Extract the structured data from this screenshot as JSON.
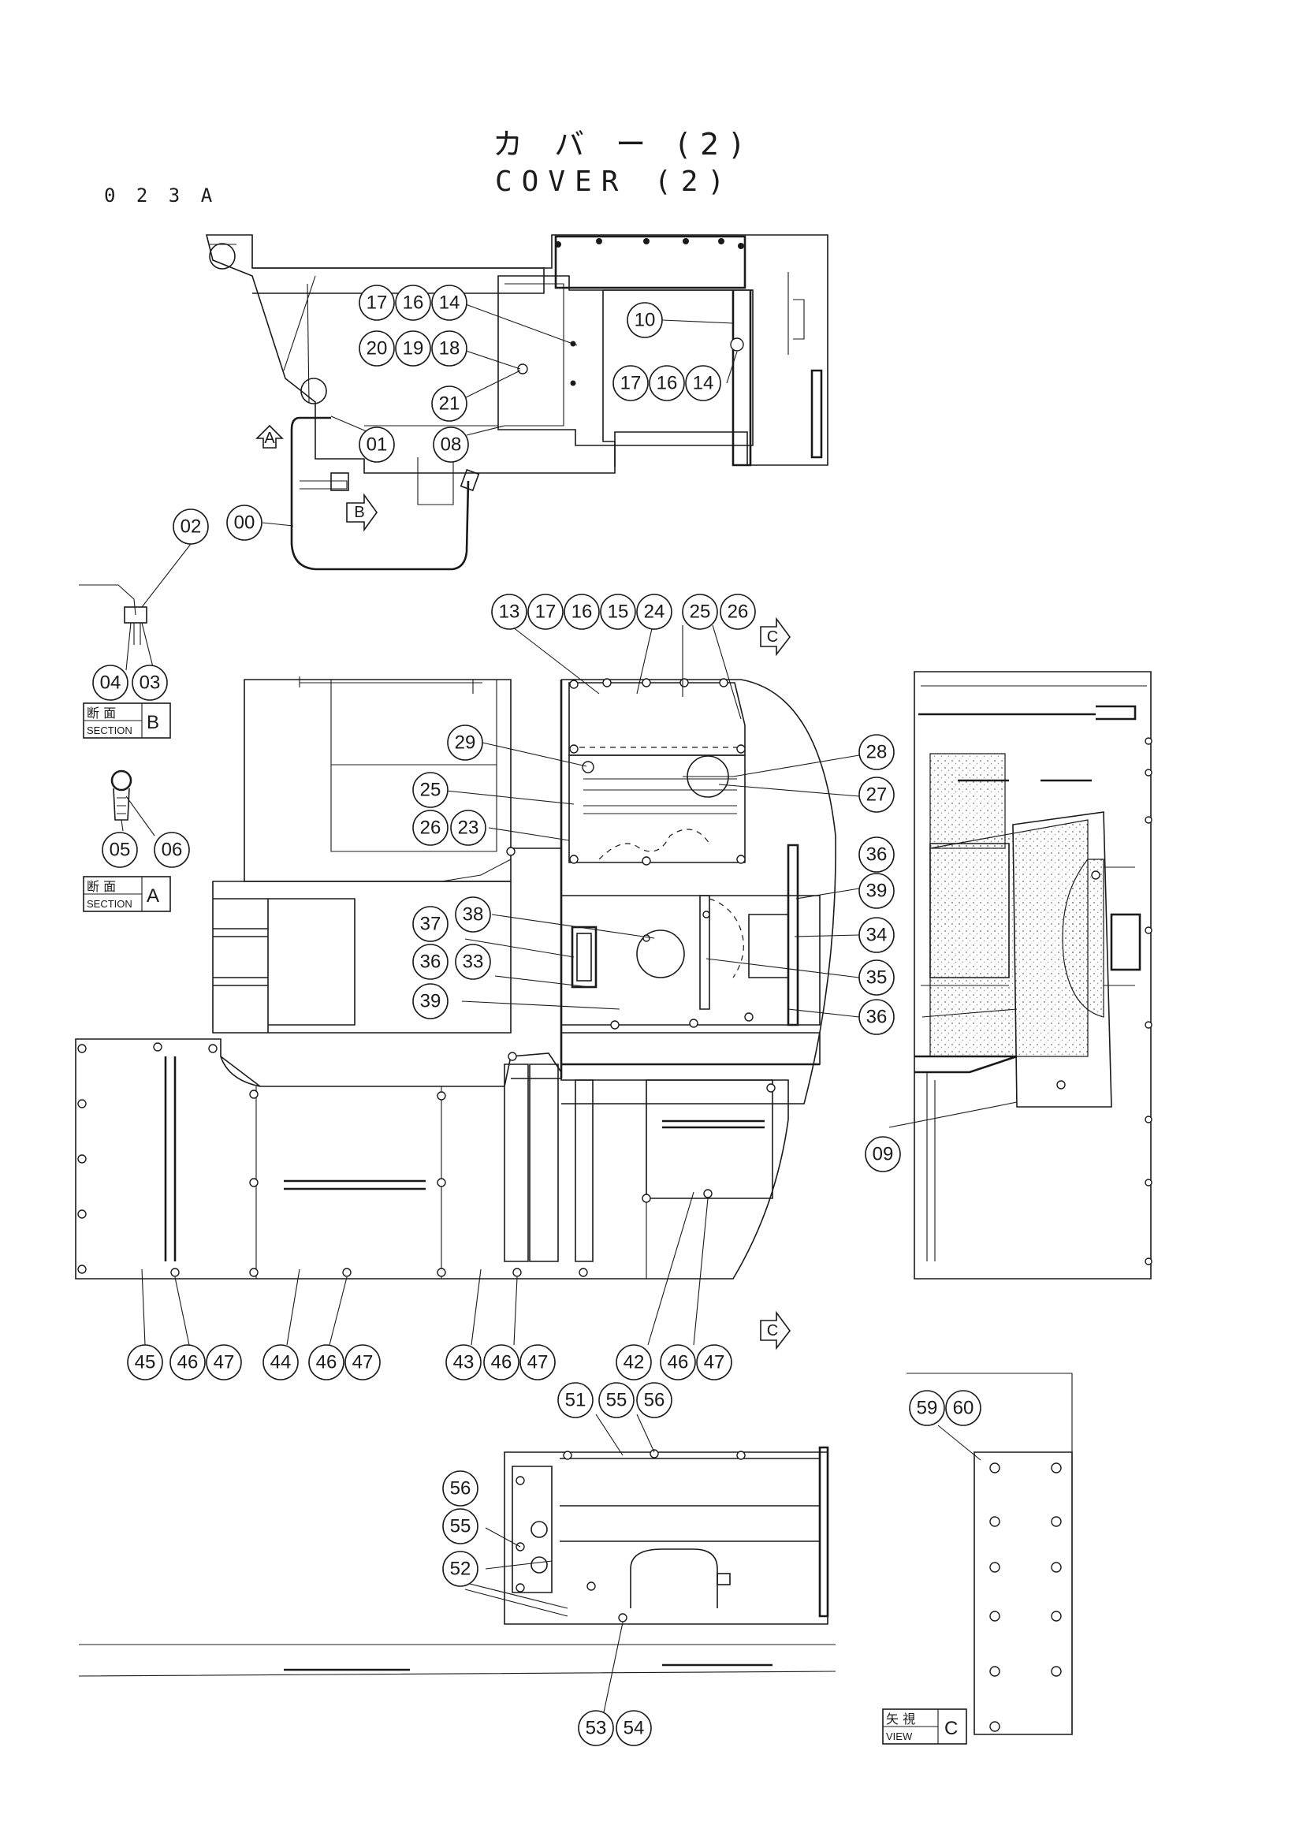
{
  "title": {
    "japanese": "カ バ ー (2)",
    "english": "COVER (2)"
  },
  "drawing_code": "0 2 3 A",
  "section_labels": [
    {
      "id": "section-b",
      "japanese": "断 面",
      "english": "SECTION",
      "letter": "B"
    },
    {
      "id": "section-a",
      "japanese": "断 面",
      "english": "SECTION",
      "letter": "A"
    },
    {
      "id": "view-c",
      "japanese": "矢 視",
      "english": "VIEW",
      "letter": "C"
    }
  ],
  "view_arrows": {
    "a": "A",
    "b": "B",
    "c_top": "C",
    "c_bottom": "C"
  },
  "callouts": {
    "top_view": [
      "17",
      "16",
      "14",
      "20",
      "19",
      "18",
      "21",
      "01",
      "08",
      "10",
      "17",
      "16",
      "14",
      "00"
    ],
    "section_b": [
      "02",
      "04",
      "03"
    ],
    "section_a": [
      "05",
      "06"
    ],
    "main_view": [
      "13",
      "17",
      "16",
      "15",
      "24",
      "25",
      "26",
      "29",
      "28",
      "27",
      "25",
      "26",
      "23",
      "36",
      "39",
      "34",
      "38",
      "37",
      "35",
      "36",
      "33",
      "39",
      "36",
      "09"
    ],
    "lower_covers": [
      "45",
      "46",
      "47",
      "44",
      "46",
      "47",
      "43",
      "46",
      "47",
      "42",
      "46",
      "47"
    ],
    "bottom_view": [
      "51",
      "55",
      "56",
      "56",
      "55",
      "52",
      "53",
      "54"
    ],
    "view_c": [
      "59",
      "60"
    ]
  }
}
